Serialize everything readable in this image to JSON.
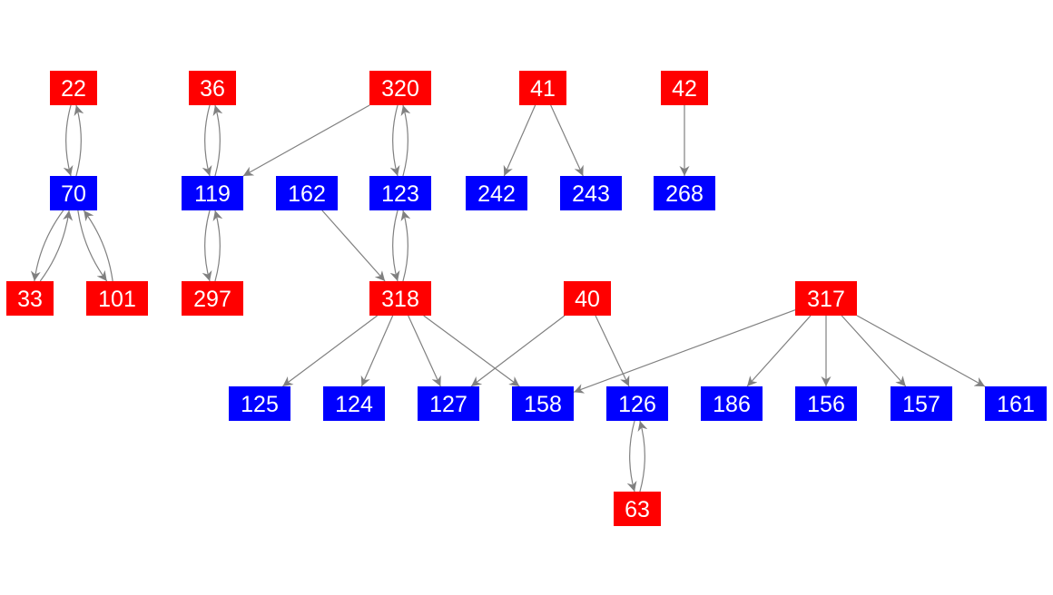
{
  "colors": {
    "red": "#ff0000",
    "blue": "#0000ff",
    "edge": "#808080"
  },
  "nodes": [
    {
      "id": "22",
      "color": "red"
    },
    {
      "id": "36",
      "color": "red"
    },
    {
      "id": "320",
      "color": "red"
    },
    {
      "id": "41",
      "color": "red"
    },
    {
      "id": "42",
      "color": "red"
    },
    {
      "id": "70",
      "color": "blue"
    },
    {
      "id": "119",
      "color": "blue"
    },
    {
      "id": "162",
      "color": "blue"
    },
    {
      "id": "123",
      "color": "blue"
    },
    {
      "id": "242",
      "color": "blue"
    },
    {
      "id": "243",
      "color": "blue"
    },
    {
      "id": "268",
      "color": "blue"
    },
    {
      "id": "33",
      "color": "red"
    },
    {
      "id": "101",
      "color": "red"
    },
    {
      "id": "297",
      "color": "red"
    },
    {
      "id": "318",
      "color": "red"
    },
    {
      "id": "40",
      "color": "red"
    },
    {
      "id": "317",
      "color": "red"
    },
    {
      "id": "125",
      "color": "blue"
    },
    {
      "id": "124",
      "color": "blue"
    },
    {
      "id": "127",
      "color": "blue"
    },
    {
      "id": "158",
      "color": "blue"
    },
    {
      "id": "126",
      "color": "blue"
    },
    {
      "id": "186",
      "color": "blue"
    },
    {
      "id": "156",
      "color": "blue"
    },
    {
      "id": "157",
      "color": "blue"
    },
    {
      "id": "161",
      "color": "blue"
    },
    {
      "id": "63",
      "color": "red"
    }
  ],
  "edges": [
    [
      "22",
      "70"
    ],
    [
      "70",
      "22"
    ],
    [
      "70",
      "33"
    ],
    [
      "33",
      "70"
    ],
    [
      "70",
      "101"
    ],
    [
      "101",
      "70"
    ],
    [
      "36",
      "119"
    ],
    [
      "119",
      "36"
    ],
    [
      "320",
      "119"
    ],
    [
      "119",
      "297"
    ],
    [
      "297",
      "119"
    ],
    [
      "320",
      "123"
    ],
    [
      "123",
      "320"
    ],
    [
      "123",
      "318"
    ],
    [
      "318",
      "123"
    ],
    [
      "162",
      "318"
    ],
    [
      "41",
      "242"
    ],
    [
      "41",
      "243"
    ],
    [
      "42",
      "268"
    ],
    [
      "318",
      "125"
    ],
    [
      "318",
      "124"
    ],
    [
      "318",
      "127"
    ],
    [
      "318",
      "158"
    ],
    [
      "40",
      "127"
    ],
    [
      "40",
      "126"
    ],
    [
      "317",
      "158"
    ],
    [
      "317",
      "186"
    ],
    [
      "317",
      "156"
    ],
    [
      "317",
      "157"
    ],
    [
      "317",
      "161"
    ],
    [
      "126",
      "63"
    ],
    [
      "63",
      "126"
    ]
  ]
}
